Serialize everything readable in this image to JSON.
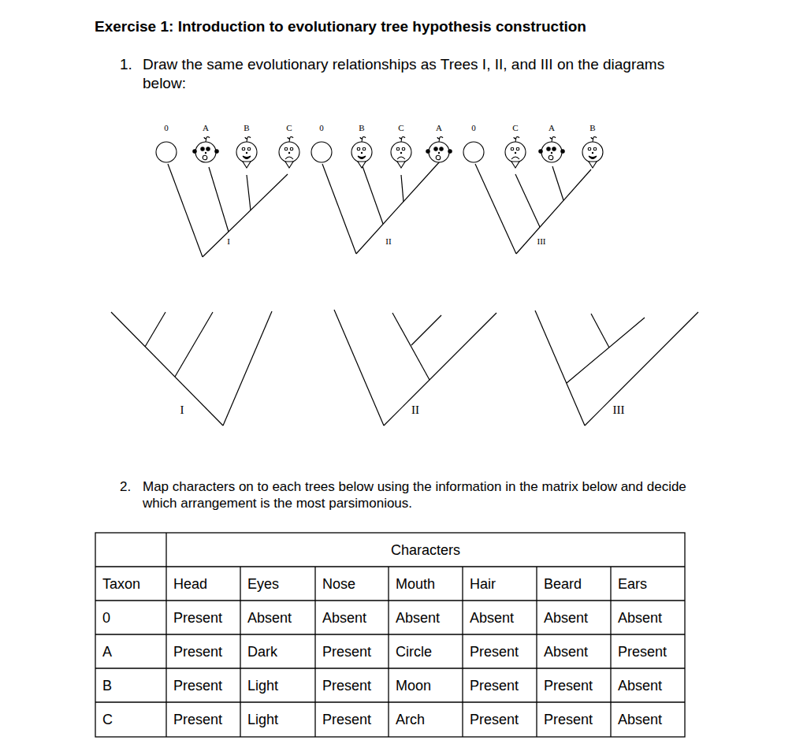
{
  "diagram": {
    "title": "Exercise 1: Introduction to evolutionary tree hypothesis construction",
    "labels": [
      "1.",
      "Draw the same evolutionary relationships as Trees I, II, and III on the diagrams below:",
      "0",
      "A",
      "B",
      "C",
      "0",
      "B",
      "C",
      "A",
      "0",
      "C",
      "A",
      "B",
      "I",
      "II",
      "III",
      "I",
      "II",
      "III",
      "2.",
      "Map characters on to each trees below using the information in the matrix below and decide which arrangement is the most parsimonious.",
      "Characters",
      "Taxon",
      "Head",
      "Eyes",
      "Nose",
      "Mouth",
      "Hair",
      "Beard",
      "Ears",
      "0",
      "Present",
      "Absent",
      "Absent",
      "Absent",
      "Absent",
      "Absent",
      "Absent",
      "A",
      "Present",
      "Dark",
      "Present",
      "Circle",
      "Present",
      "Absent",
      "Present",
      "B",
      "Present",
      "Light",
      "Present",
      "Moon",
      "Present",
      "Present",
      "Absent",
      "C",
      "Present",
      "Light",
      "Present",
      "Arch",
      "Present",
      "Present",
      "Absent"
    ]
  }
}
